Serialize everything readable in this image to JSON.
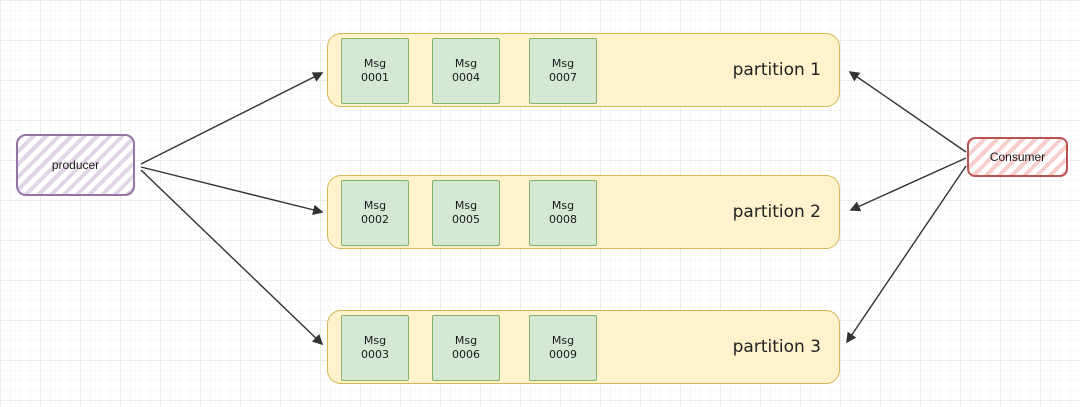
{
  "producer": {
    "label": "producer"
  },
  "consumer": {
    "label": "Consumer"
  },
  "partitions": [
    {
      "label": "partition 1",
      "messages": [
        {
          "title": "Msg",
          "id": "0001"
        },
        {
          "title": "Msg",
          "id": "0004"
        },
        {
          "title": "Msg",
          "id": "0007"
        }
      ]
    },
    {
      "label": "partition 2",
      "messages": [
        {
          "title": "Msg",
          "id": "0002"
        },
        {
          "title": "Msg",
          "id": "0005"
        },
        {
          "title": "Msg",
          "id": "0008"
        }
      ]
    },
    {
      "label": "partition 3",
      "messages": [
        {
          "title": "Msg",
          "id": "0003"
        },
        {
          "title": "Msg",
          "id": "0006"
        },
        {
          "title": "Msg",
          "id": "0009"
        }
      ]
    }
  ],
  "colors": {
    "background": "#ffffff",
    "grid_minor": "#f7f7f7",
    "grid_major": "#ececec",
    "producer_fill": "#e1d5e7",
    "producer_stroke": "#9673a6",
    "consumer_fill": "#f8cecc",
    "consumer_stroke": "#b85450",
    "partition_fill": "#fff2cc",
    "partition_stroke": "#d6b656",
    "message_fill": "#d5e8d4",
    "message_stroke": "#82b366",
    "arrow": "#333333"
  }
}
